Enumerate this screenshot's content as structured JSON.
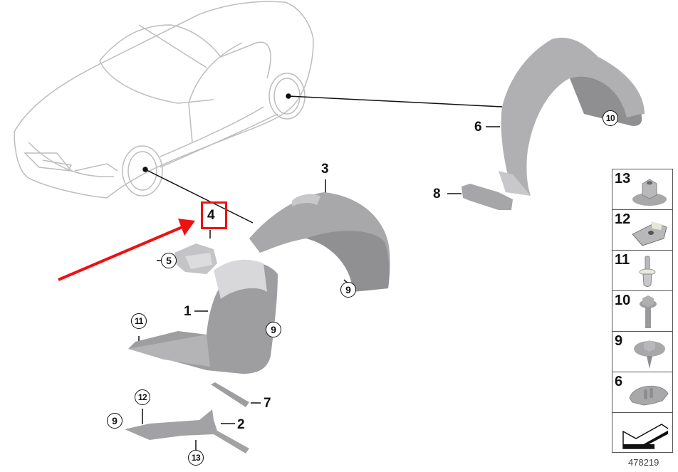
{
  "diagram": {
    "type": "exploded parts diagram",
    "subject": "wheel arch liner (front and rear)",
    "reference_number": "478219",
    "highlight": {
      "part": "4",
      "box_color": "#ee1111",
      "arrow_color": "#ee1111"
    },
    "callouts": [
      {
        "id": "3",
        "style": "plain"
      },
      {
        "id": "4",
        "style": "plain",
        "highlighted": true
      },
      {
        "id": "5",
        "style": "circled"
      },
      {
        "id": "1",
        "style": "plain"
      },
      {
        "id": "9a",
        "label": "9",
        "style": "circled"
      },
      {
        "id": "9b",
        "label": "9",
        "style": "circled"
      },
      {
        "id": "9c",
        "label": "9",
        "style": "circled"
      },
      {
        "id": "11",
        "style": "circled"
      },
      {
        "id": "12",
        "style": "circled"
      },
      {
        "id": "13",
        "style": "circled"
      },
      {
        "id": "7",
        "style": "plain"
      },
      {
        "id": "2",
        "style": "plain"
      },
      {
        "id": "6",
        "style": "plain"
      },
      {
        "id": "8",
        "style": "plain"
      },
      {
        "id": "10",
        "style": "circled"
      }
    ],
    "labels": {
      "l1": "1",
      "l2": "2",
      "l3": "3",
      "l4": "4",
      "l5": "5",
      "l6": "6",
      "l7": "7",
      "l8": "8",
      "c9a": "9",
      "c9b": "9",
      "c9c": "9",
      "c10": "10",
      "c11": "11",
      "c12": "12",
      "c13": "13"
    },
    "legend": [
      {
        "num": "13",
        "icon": "hex-flange-nut-icon"
      },
      {
        "num": "12",
        "icon": "spring-nut-clip-icon"
      },
      {
        "num": "11",
        "icon": "expanding-rivet-icon"
      },
      {
        "num": "10",
        "icon": "hex-bolt-icon"
      },
      {
        "num": "9",
        "icon": "flange-screw-icon"
      },
      {
        "num": "6",
        "icon": "liner-clip-icon"
      },
      {
        "num": "",
        "icon": "direction-arrow-icon"
      }
    ]
  }
}
